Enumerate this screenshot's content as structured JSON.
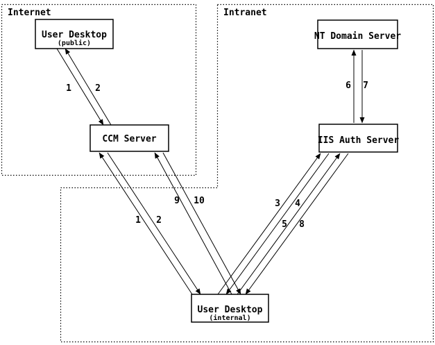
{
  "diagram": {
    "zones": {
      "internet": {
        "label": "Internet"
      },
      "intranet": {
        "label": "Intranet"
      }
    },
    "nodes": {
      "user_desktop_public": {
        "title": "User Desktop",
        "subtitle": "(public)",
        "zone": "Internet"
      },
      "ccm_server": {
        "title": "CCM Server",
        "zone": "Internet"
      },
      "nt_domain_server": {
        "title": "NT Domain Server",
        "zone": "Intranet"
      },
      "iis_auth_server": {
        "title": "IIS Auth Server",
        "zone": "Intranet"
      },
      "user_desktop_internal": {
        "title": "User Desktop",
        "subtitle": "(internal)",
        "zone": "Intranet"
      }
    },
    "connections": [
      {
        "label": "1",
        "from": "User Desktop (public)",
        "to": "CCM Server"
      },
      {
        "label": "2",
        "from": "CCM Server",
        "to": "User Desktop (public)"
      },
      {
        "label": "1",
        "from": "User Desktop (internal)",
        "to": "CCM Server"
      },
      {
        "label": "2",
        "from": "CCM Server",
        "to": "User Desktop (internal)"
      },
      {
        "label": "9",
        "from": "User Desktop (internal)",
        "to": "CCM Server"
      },
      {
        "label": "10",
        "from": "CCM Server",
        "to": "User Desktop (internal)"
      },
      {
        "label": "3",
        "from": "User Desktop (internal)",
        "to": "IIS Auth Server"
      },
      {
        "label": "4",
        "from": "IIS Auth Server",
        "to": "User Desktop (internal)"
      },
      {
        "label": "5",
        "from": "User Desktop (internal)",
        "to": "IIS Auth Server"
      },
      {
        "label": "8",
        "from": "IIS Auth Server",
        "to": "User Desktop (internal)"
      },
      {
        "label": "6",
        "from": "IIS Auth Server",
        "to": "NT Domain Server"
      },
      {
        "label": "7",
        "from": "NT Domain Server",
        "to": "IIS Auth Server"
      }
    ],
    "colors": {
      "line": "#000000",
      "background": "#ffffff"
    }
  }
}
